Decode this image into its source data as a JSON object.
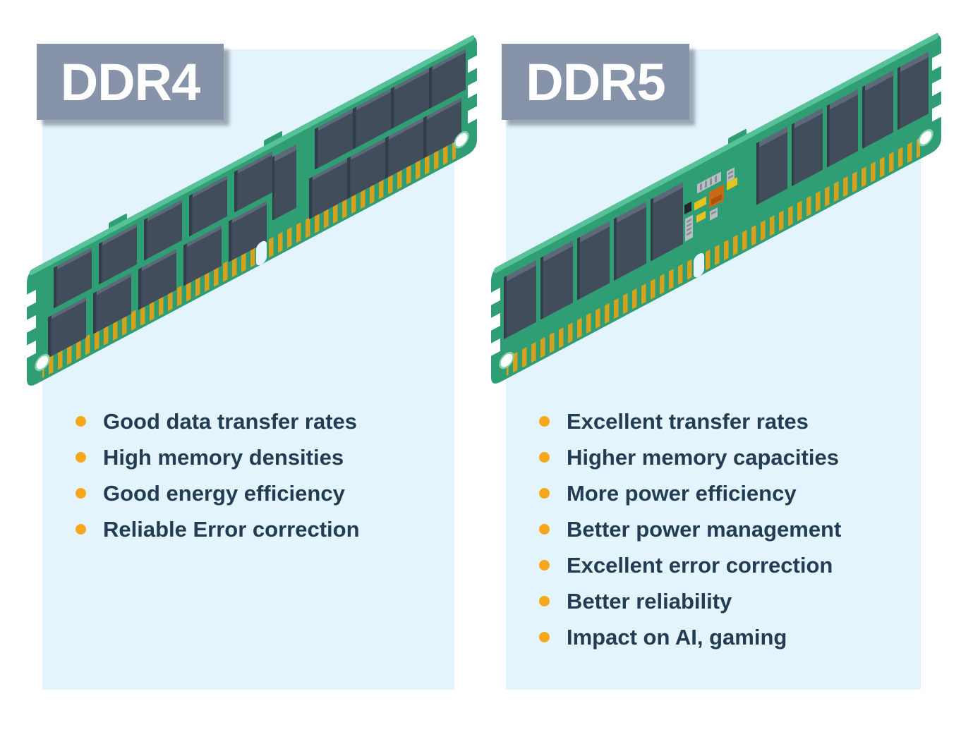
{
  "panels": [
    {
      "label": "DDR4",
      "illustration": "ddr4-memory-module",
      "features": [
        "Good data transfer rates",
        "High memory densities",
        "Good energy efficiency",
        "Reliable Error correction"
      ]
    },
    {
      "label": "DDR5",
      "illustration": "ddr5-memory-module",
      "features": [
        "Excellent transfer rates",
        "Higher memory capacities",
        "More power efficiency",
        "Better power management",
        "Excellent error correction",
        "Better reliability",
        "Impact on AI, gaming"
      ]
    }
  ],
  "colors": {
    "panel_bg": "#e3f4fc",
    "label_bg": "#8793a9",
    "label_text": "#ffffff",
    "bullet": "#f7a71d",
    "feature_text": "#223c54",
    "pcb_green": "#2f9e74",
    "pcb_lip": "#57c198",
    "chip_face": "#424d5c",
    "pin_gold": "#d7a11c",
    "hole_ring": "#86d2ae"
  }
}
